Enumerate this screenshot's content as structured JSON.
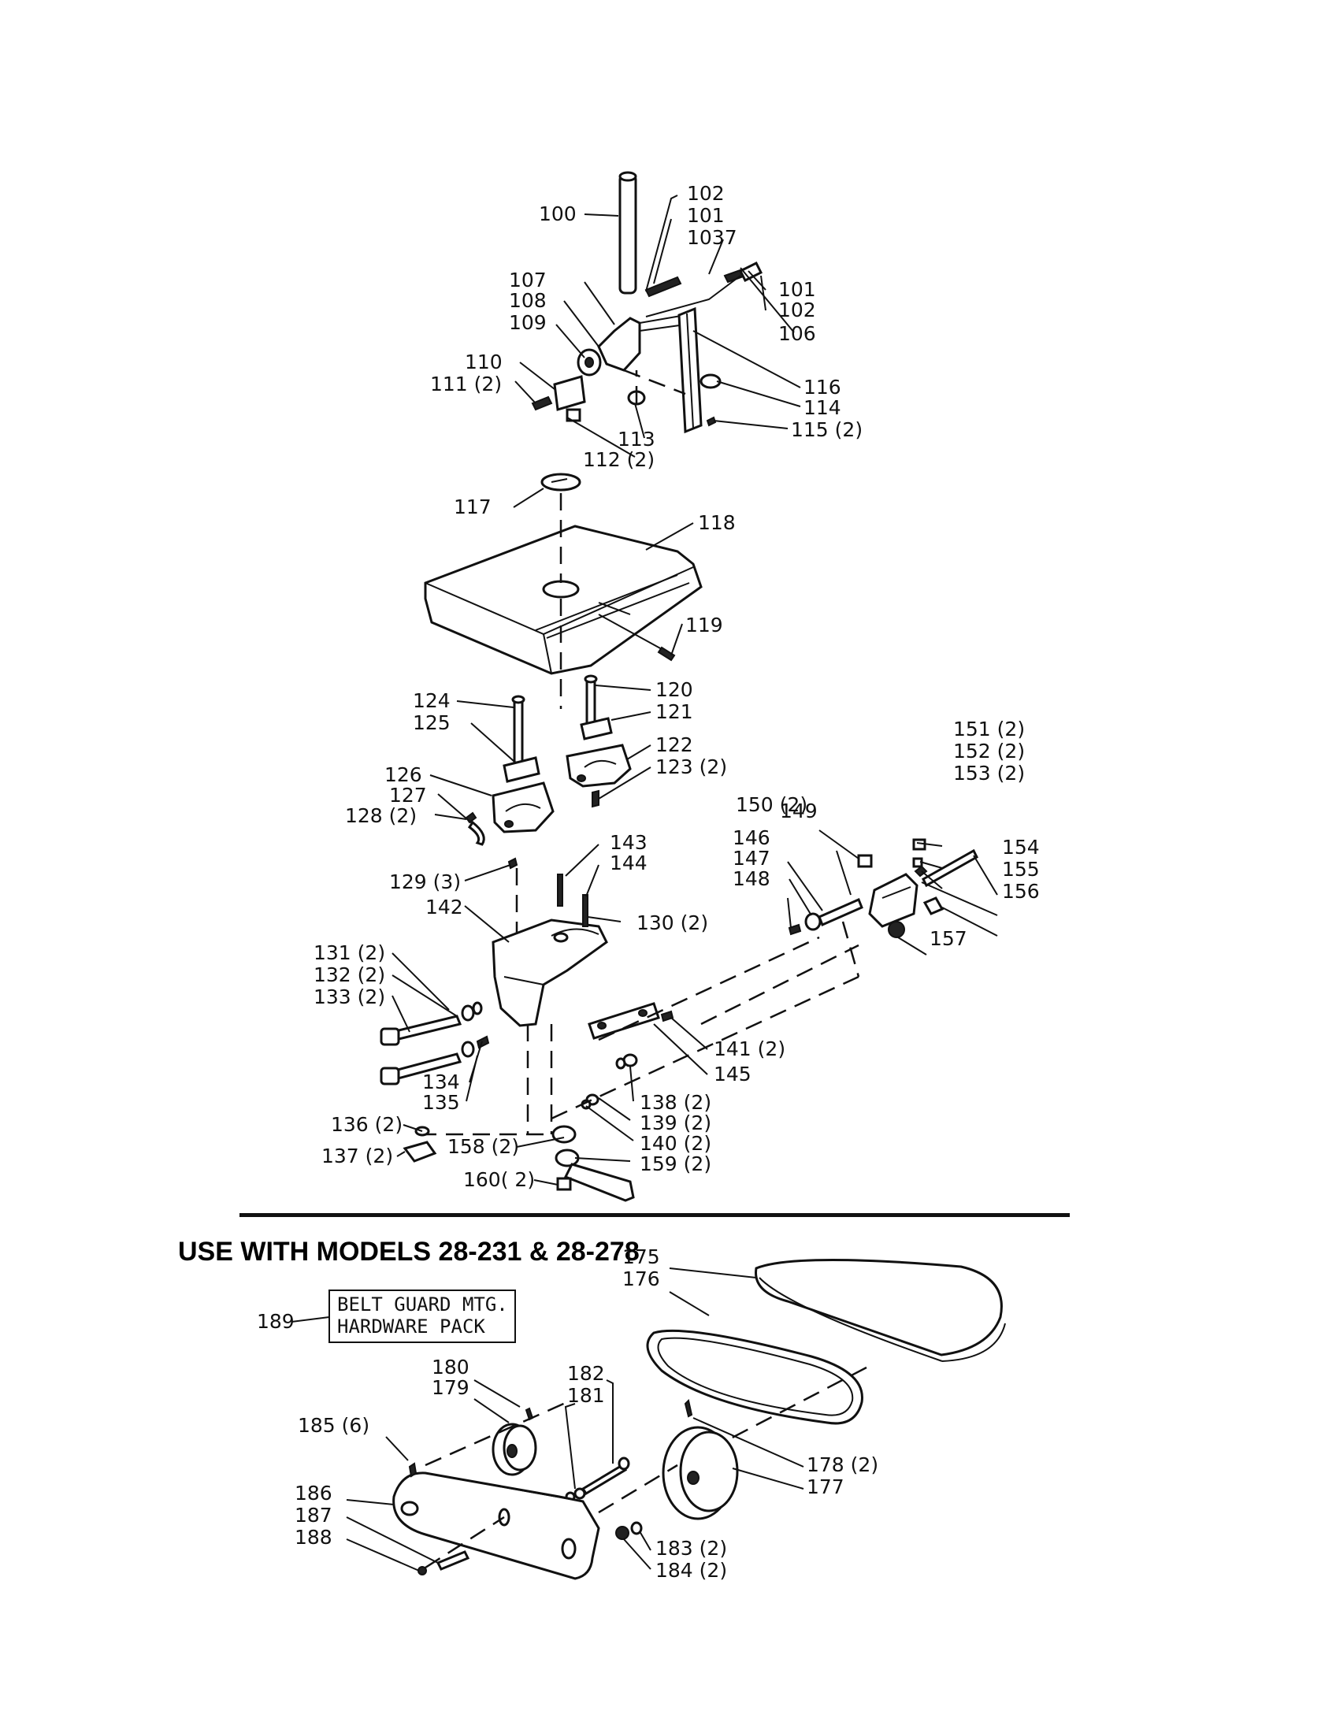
{
  "heading": "USE WITH MODELS 28-231 &  28-278",
  "hardware_box": {
    "line1": "BELT GUARD MTG.",
    "line2": "HARDWARE PACK"
  },
  "callouts": [
    "100",
    "102",
    "101",
    "1037",
    "107",
    "108",
    "109",
    "101",
    "102",
    "106",
    "110",
    "111 (2)",
    "116",
    "114",
    "113",
    "115 (2)",
    "112 (2)",
    "117",
    "118",
    "119",
    "124",
    "125",
    "120",
    "121",
    "122",
    "123 (2)",
    "126",
    "127",
    "128 (2)",
    "129 (3)",
    "151 (2)",
    "152 (2)",
    "153 (2)",
    "149",
    "150 (2)",
    "154",
    "155",
    "156",
    "146",
    "147",
    "148",
    "157",
    "143",
    "144",
    "142",
    "130 (2)",
    "131 (2)",
    "132 (2)",
    "133 (2)",
    "134",
    "135",
    "141 (2)",
    "145",
    "138 (2)",
    "139 (2)",
    "140 (2)",
    "136 (2)",
    "137 (2)",
    "158 (2)",
    "159 (2)",
    "160( 2)",
    "189",
    "175",
    "176",
    "180",
    "179",
    "182",
    "181",
    "185 (6)",
    "178 (2)",
    "177",
    "186",
    "187",
    "188",
    "183 (2)",
    "184 (2)"
  ]
}
